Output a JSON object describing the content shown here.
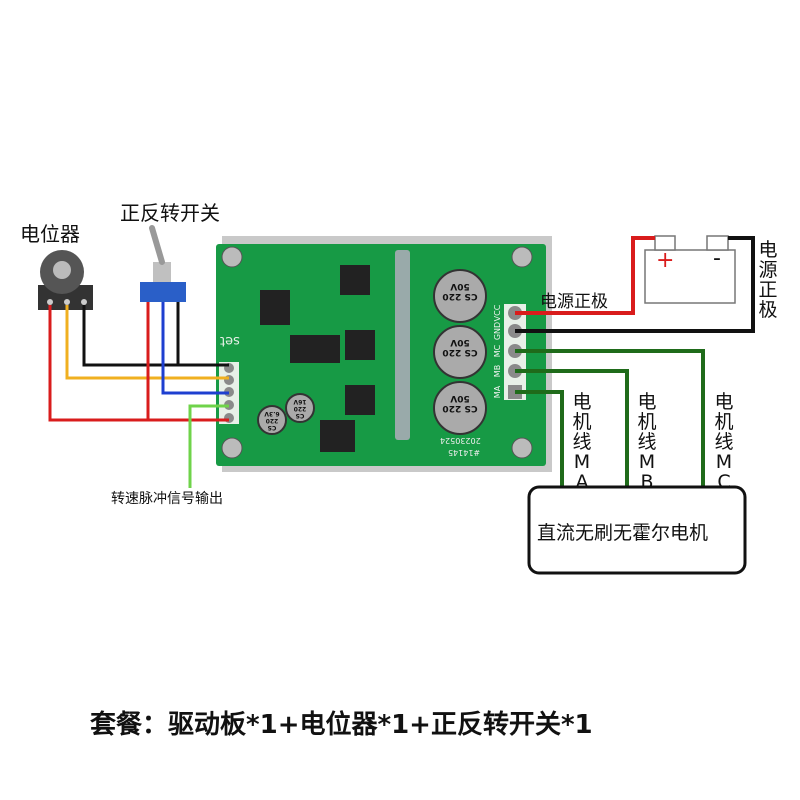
{
  "labels": {
    "potentiometer": "电位器",
    "direction_switch": "正反转开关",
    "speed_pulse_output": "转速脉冲信号输出",
    "power_positive": "电源正极",
    "power_vertical": "电源正极",
    "motor_wire_a": "电机线MA",
    "motor_wire_b": "电机线MB",
    "motor_wire_c": "电机线MC",
    "motor": "直流无刷无霍尔电机",
    "battery_plus": "+",
    "battery_minus": "-"
  },
  "board": {
    "set_label": "set",
    "terminals": [
      "VCC",
      "GND",
      "MC",
      "MB",
      "MA"
    ],
    "capacitor_large": "CS 220 50V",
    "capacitor_small_a": "CS 220 6.3V",
    "capacitor_small_b": "CS 220 16V",
    "date_code": "20230524",
    "part_code": "#14145"
  },
  "caption": "套餐：驱动板*1+电位器*1+正反转开关*1",
  "colors": {
    "board": "#17a34a",
    "red": "#d91c1c",
    "black": "#111111",
    "green": "#1f6b1a",
    "yellow": "#f0b020",
    "blue": "#1e3fd0",
    "signal_green": "#6fd34a"
  }
}
